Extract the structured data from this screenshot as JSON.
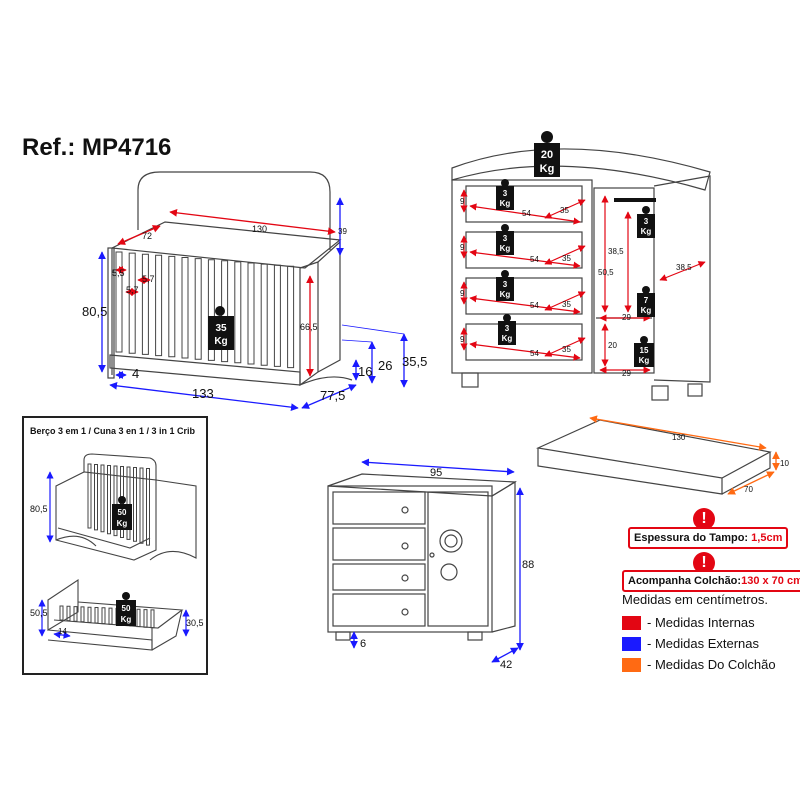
{
  "ref": "Ref.: MP4716",
  "crib": {
    "inner_length": "130",
    "inner_width": "72",
    "headboard_height": "39",
    "slat_gap_a": "5,5",
    "slat_gap_b": "5,7",
    "slat_gap_c": "5,7",
    "height": "80,5",
    "inner_height": "66,5",
    "base": "4",
    "length": "133",
    "depth": "77,5",
    "mattress_level_a": "16",
    "mattress_level_b": "26",
    "mattress_level_c": "35,5",
    "weight_a": "35",
    "weight_b": "Kg"
  },
  "dresser_inner": {
    "top_weight_a": "20",
    "top_weight_b": "Kg",
    "drawer_weight_a": "3",
    "drawer_weight_b": "Kg",
    "drawer_height": "9",
    "drawer_length": "54",
    "drawer_depth": "35",
    "cabinet_height_a": "38,5",
    "cabinet_height_b": "50,5",
    "cabinet_depth": "38,5",
    "shelf_height": "20",
    "shelf_width": "29",
    "shelf_weight_a": "7",
    "shelf_weight_b": "Kg",
    "bottom_weight_a": "15",
    "bottom_weight_b": "Kg"
  },
  "mattress": {
    "length": "130",
    "width": "70",
    "thickness": "10"
  },
  "dresser": {
    "width": "95",
    "height": "88",
    "depth": "42",
    "feet": "6"
  },
  "conversion": {
    "title": "Berço 3 em 1 / Cuna 3 en 1 / 3 in 1 Crib",
    "crib_height": "80,5",
    "crib_weight_a": "50",
    "crib_weight_b": "Kg",
    "bed_height": "50,5",
    "bed_low": "14",
    "bed_side": "30,5",
    "bed_weight_a": "50",
    "bed_weight_b": "Kg"
  },
  "notes": {
    "top_thickness_label": "Espessura do Tampo:",
    "top_thickness_value": "1,5cm",
    "mattress_label": "Acompanha Colchão:",
    "mattress_value": "130 x 70 cm"
  },
  "legend": {
    "title": "Medidas em centímetros.",
    "items": [
      {
        "label": "- Medidas Internas",
        "color": "#e30613"
      },
      {
        "label": "- Medidas Externas",
        "color": "#1a1aff"
      },
      {
        "label": "- Medidas Do Colchão",
        "color": "#ff6a13"
      }
    ]
  }
}
